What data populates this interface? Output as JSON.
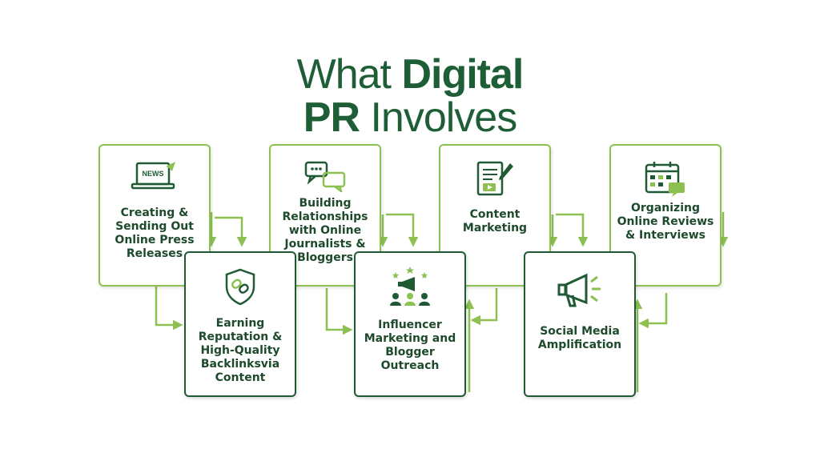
{
  "title": {
    "line1_regular": "What",
    "line1_bold": "Digital",
    "line2_bold": "PR",
    "line2_regular": "Involves"
  },
  "steps": [
    {
      "label": "Creating & Sending Out Online Press Releases",
      "icon": "laptop-news-icon",
      "icon_text": "NEWS"
    },
    {
      "label": "Earning Reputation & High-Quality Backlinksvia Content",
      "icon": "shield-link-icon"
    },
    {
      "label": "Building Relationships with Online Journalists & Bloggers",
      "icon": "chat-bubbles-icon"
    },
    {
      "label": "Influencer Marketing and Blogger Outreach",
      "icon": "megaphone-people-icon"
    },
    {
      "label": "Content Marketing",
      "icon": "document-pen-icon"
    },
    {
      "label": "Social Media Amplification",
      "icon": "megaphone-icon"
    },
    {
      "label": "Organizing Online Reviews & Interviews",
      "icon": "calendar-chat-icon"
    }
  ],
  "colors": {
    "dark_green": "#1f5a35",
    "light_green": "#8cc152",
    "title_green": "#1e5e36"
  }
}
